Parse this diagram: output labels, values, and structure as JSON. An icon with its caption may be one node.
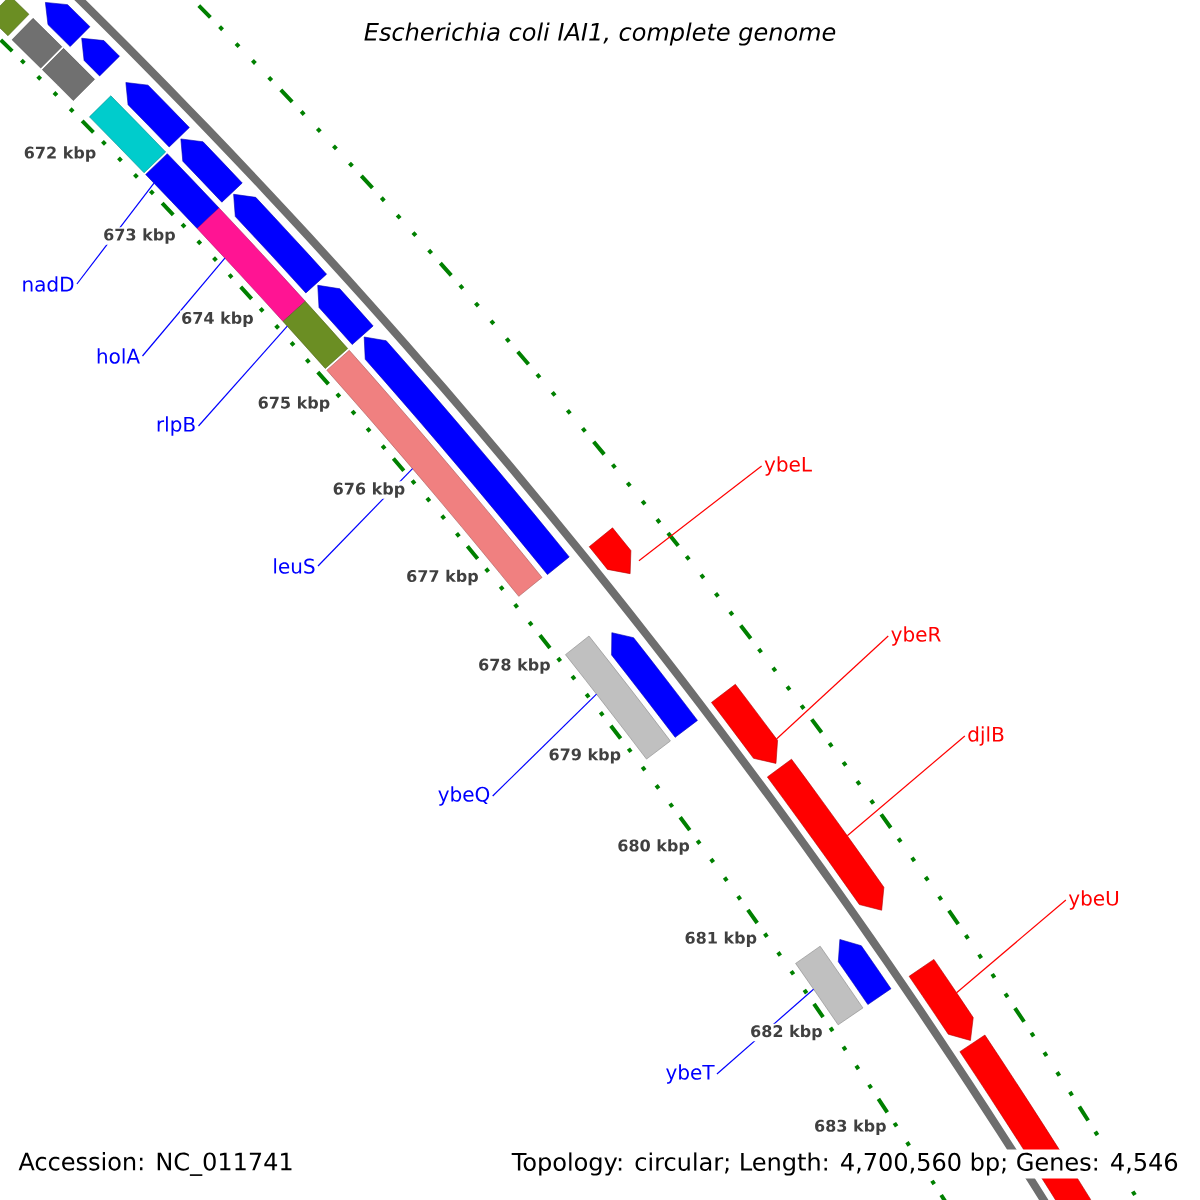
{
  "diagram": {
    "title": "Escherichia coli IAI1, complete genome",
    "nodes": [
      {
        "text": [
          "nadD"
        ]
      },
      {
        "text": [
          "holA"
        ]
      },
      {
        "text": [
          "rlpB"
        ]
      },
      {
        "text": [
          "ybeL"
        ]
      },
      {
        "text": [
          "leuS"
        ]
      },
      {
        "text": [
          "ybeR"
        ]
      },
      {
        "text": [
          "djlB"
        ]
      },
      {
        "text": [
          "ybeQ"
        ]
      },
      {
        "text": [
          "ybeU"
        ]
      },
      {
        "text": [
          "ybeT"
        ]
      },
      {
        "text": [],
        "shape": "bar"
      },
      {
        "text": [],
        "shape": "pentagon"
      },
      {
        "text": [],
        "shape": "bar"
      },
      {
        "text": [],
        "shape": "bar"
      },
      {
        "text": [],
        "shape": "pentagon"
      },
      {
        "text": [],
        "shape": "bar"
      },
      {
        "text": [],
        "shape": "pentagon"
      },
      {
        "text": [],
        "shape": "pentagon"
      },
      {
        "text": [],
        "shape": "bar"
      },
      {
        "text": [],
        "shape": "pentagon"
      },
      {
        "text": [],
        "shape": "bar"
      },
      {
        "text": [],
        "shape": "pentagon"
      },
      {
        "text": [],
        "shape": "bar"
      },
      {
        "text": [],
        "shape": "pentagon"
      },
      {
        "text": [],
        "shape": "bar"
      },
      {
        "text": [],
        "shape": "pentagon"
      },
      {
        "text": [],
        "shape": "bar"
      },
      {
        "text": [],
        "shape": "pentagon"
      },
      {
        "text": [],
        "shape": "pentagon"
      },
      {
        "text": [],
        "shape": "pentagon"
      },
      {
        "text": [],
        "shape": "bar"
      },
      {
        "text": [],
        "shape": "pentagon"
      },
      {
        "text": [],
        "shape": "pentagon"
      },
      {
        "text": [],
        "shape": "pentagon"
      }
    ],
    "edges": [
      {
        "from": 0,
        "to": 18,
        "arrow": "none"
      },
      {
        "from": 1,
        "to": 20,
        "arrow": "none"
      },
      {
        "from": 2,
        "to": 22,
        "arrow": "none"
      },
      {
        "from": 3,
        "to": 25,
        "arrow": "none",
        "color": "#ff0000"
      },
      {
        "from": 4,
        "to": 24,
        "arrow": "none"
      },
      {
        "from": 5,
        "to": 28,
        "arrow": "none",
        "color": "#ff0000"
      },
      {
        "from": 6,
        "to": 29,
        "arrow": "none",
        "color": "#ff0000"
      },
      {
        "from": 7,
        "to": 26,
        "arrow": "none"
      },
      {
        "from": 8,
        "to": 32,
        "arrow": "none",
        "color": "#ff0000"
      },
      {
        "from": 9,
        "to": 30,
        "arrow": "none"
      }
    ],
    "labels": [
      "672 kbp",
      "673 kbp",
      "674 kbp",
      "675 kbp",
      "676 kbp",
      "677 kbp",
      "678 kbp",
      "679 kbp",
      "680 kbp",
      "681 kbp",
      "682 kbp",
      "683 kbp",
      "Accession: NC_011741",
      "Topology: circular; Length: 4,700,560 bp; Genes: 4,546"
    ]
  }
}
